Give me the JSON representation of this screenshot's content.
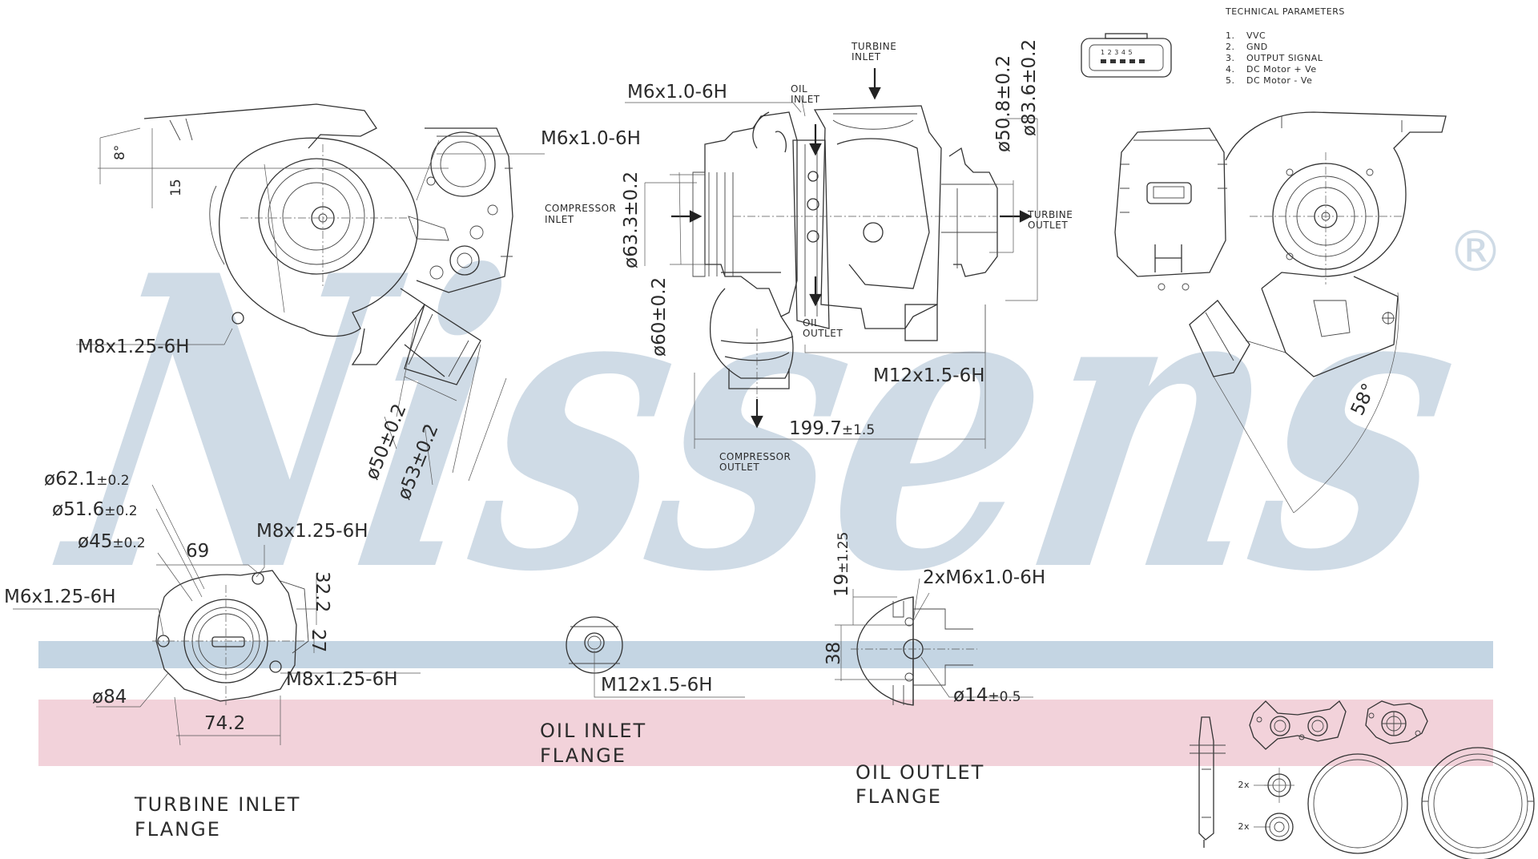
{
  "watermark": {
    "brand": "Nissens",
    "registered": "®"
  },
  "colors": {
    "watermark": "#cfdbe6",
    "band_blue": "#c4d5e3",
    "band_pink": "#f2d2da",
    "line": "#333333"
  },
  "technical_parameters": {
    "title": "TECHNICAL PARAMETERS",
    "items": [
      {
        "num": "1.",
        "text": "VVC"
      },
      {
        "num": "2.",
        "text": "GND"
      },
      {
        "num": "3.",
        "text": "OUTPUT SIGNAL"
      },
      {
        "num": "4.",
        "text": "DC Motor + Ve"
      },
      {
        "num": "5.",
        "text": "DC Motor - Ve"
      }
    ]
  },
  "connector_pins": "1 2 3 4 5",
  "left_view": {
    "angle_8": "8°",
    "dim_15": "15",
    "thread_top": "M6x1.0-6H",
    "thread_mount": "M8x1.25-6H",
    "dia_50": "ø50±0.2",
    "dia_53": "ø53±0.2"
  },
  "side_view": {
    "turbine_inlet": [
      "TURBINE",
      "INLET"
    ],
    "oil_inlet": [
      "OIL",
      "INLET"
    ],
    "oil_outlet": [
      "OIL",
      "OUTLET"
    ],
    "compressor_inlet": [
      "COMPRESSOR",
      "INLET"
    ],
    "compressor_outlet": [
      "COMPRESSOR",
      "OUTLET"
    ],
    "turbine_outlet": [
      "TURBINE",
      "OUTLET"
    ],
    "thread_oil": "M6x1.0-6H",
    "thread_oil_outlet": "M12x1.5-6H",
    "dia_50_8": "ø50.8±0.2",
    "dia_83_6": "ø83.6±0.2",
    "dia_63_3": "ø63.3±0.2",
    "dia_60": "ø60±0.2",
    "length": "199.7",
    "length_tol": "±1.5"
  },
  "right_view": {
    "angle": "58°"
  },
  "turbine_flange": {
    "dia_62_1": "ø62.1",
    "dia_62_1_tol": "±0.2",
    "dia_51_6": "ø51.6",
    "dia_51_6_tol": "±0.2",
    "dia_45": "ø45",
    "dia_45_tol": "±0.2",
    "dim_69": "69",
    "thread_top": "M8x1.25-6H",
    "thread_left": "M6x1.25-6H",
    "dim_32_2": "32.2",
    "dim_27": "27",
    "thread_bottom": "M8x1.25-6H",
    "dia_84": "ø84",
    "dim_74_2": "74.2",
    "title": [
      "TURBINE INLET",
      "FLANGE"
    ]
  },
  "oil_inlet_flange": {
    "thread": "M12x1.5-6H",
    "title": [
      "OIL INLET",
      "FLANGE"
    ]
  },
  "oil_outlet_flange": {
    "dim_19": "19",
    "dim_19_tol": "±1.25",
    "dim_38": "38",
    "thread": "2xM6x1.0-6H",
    "dia_14": "ø14",
    "dia_14_tol": "±0.5",
    "title": [
      "OIL OUTLET",
      "FLANGE"
    ]
  },
  "kit": {
    "qty_ring": "2x",
    "qty_nut": "2x"
  }
}
